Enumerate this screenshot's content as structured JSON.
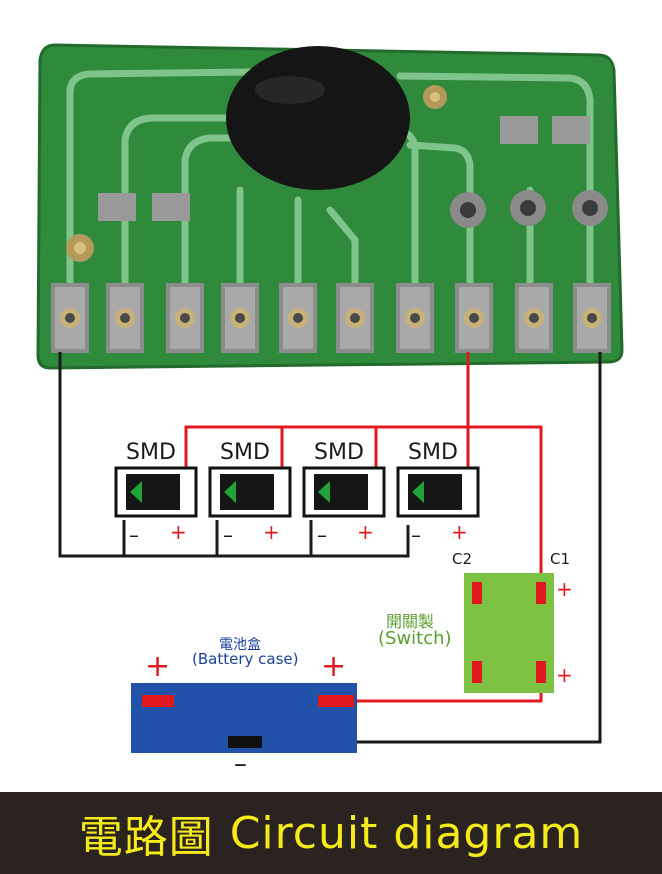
{
  "diagram": {
    "smd_labels": [
      "SMD",
      "SMD",
      "SMD",
      "SMD"
    ],
    "minus_sign": "–",
    "plus_sign": "+",
    "switch": {
      "label_zh": "開關製",
      "label_en": "(Switch)",
      "c1": "C1",
      "c2": "C2"
    },
    "battery": {
      "label_zh": "電池盒",
      "label_en": "(Battery case)"
    },
    "colors": {
      "pcb": "#2f8a3c",
      "trace": "#7fc48a",
      "wire_red": "#e0191f",
      "wire_black": "#1a1a1a",
      "switch": "#7dc243",
      "battery": "#2151a8",
      "led_arrow": "#22a33a"
    }
  },
  "footer": {
    "title_zh": "電路圖",
    "title_en": "Circuit diagram"
  }
}
